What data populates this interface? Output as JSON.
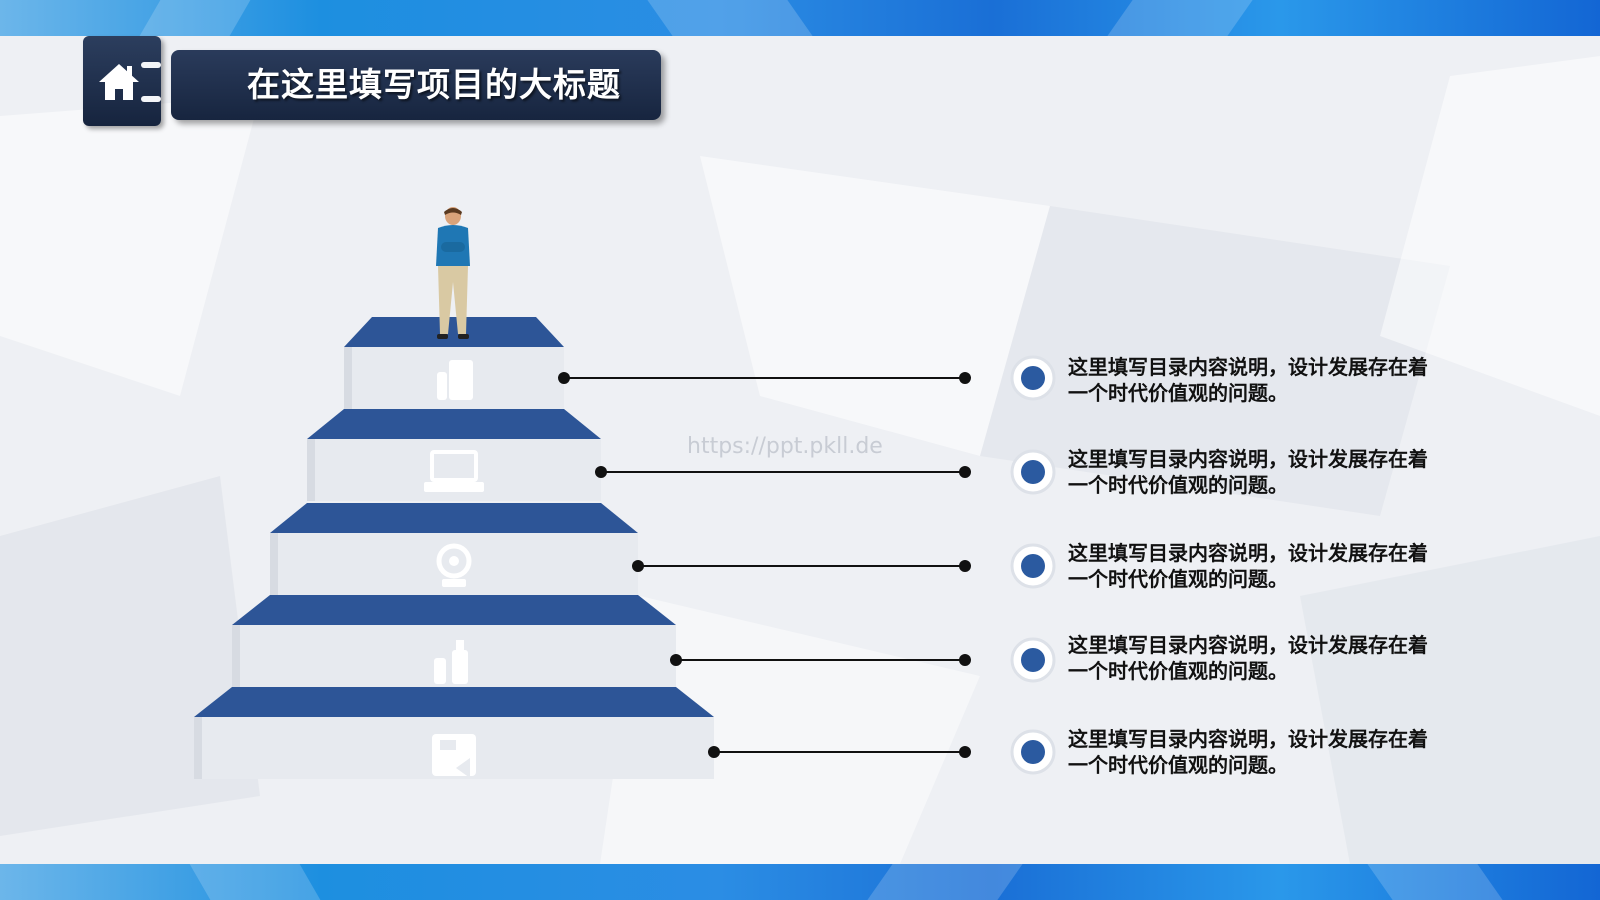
{
  "title": "在这里填写项目的大标题",
  "watermark": "https://ppt.pkll.de",
  "colors": {
    "step_blue": "#2d5597",
    "step_face": "#e7eaef",
    "title_bg": "#1c2a45",
    "bullet": "#2b5aa0"
  },
  "items": [
    {
      "icon": "fax-icon",
      "text": "这里填写目录内容说明，设计发展存在着一个时代价值观的问题。"
    },
    {
      "icon": "laptop-icon",
      "text": "这里填写目录内容说明，设计发展存在着一个时代价值观的问题。"
    },
    {
      "icon": "webcam-icon",
      "text": "这里填写目录内容说明，设计发展存在着一个时代价值观的问题。"
    },
    {
      "icon": "usb-drives-icon",
      "text": "这里填写目录内容说明，设计发展存在着一个时代价值观的问题。"
    },
    {
      "icon": "floppy-disk-icon",
      "text": "这里填写目录内容说明，设计发展存在着一个时代价值观的问题。"
    }
  ]
}
